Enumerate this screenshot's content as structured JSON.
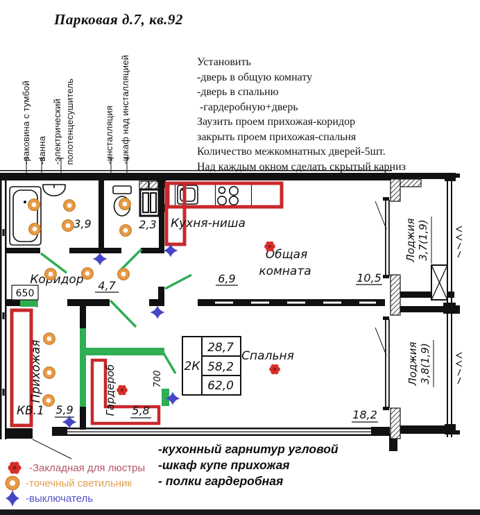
{
  "title": "Парковая д.7, кв.92",
  "left_labels": {
    "sink": "-раковина с тумбой",
    "bath": "-ванна",
    "towel_line1": "-электрический",
    "towel_line2": "полотенцесушитель",
    "installation": "-инсталляция",
    "cabinet": "-шкаф над инсталляцией"
  },
  "install_notes": {
    "lines": [
      "Установить",
      "-дверь в общую комнату",
      "-дверь в спальню",
      " -гардеробную+дверь",
      "Заузить проем прихожая-коридор",
      "закрыть проем прихожая-спальня",
      "Количество межкомнатных дверей-5шт.",
      "Над каждым окном сделать скрытый карниз"
    ]
  },
  "plan": {
    "apartment": "КВ.1",
    "rooms": {
      "bathroom_area": "3,9",
      "wc_area": "2,3",
      "kitchen": "Кухня-ниша",
      "living_line1": "Общая",
      "living_line2": "комната",
      "living_area": "6,9",
      "living_area2": "10,5",
      "corridor": "Коридор",
      "corridor_area": "4,7",
      "hall": "Прихожая",
      "hall_area": "5,9",
      "wardrobe": "Гардероб",
      "wardrobe_area": "5,8",
      "bedroom": "Спальня",
      "bedroom_area": "18,2",
      "loggia_top_name": "Лоджия",
      "loggia_top_area": "3,7(1,9)",
      "loggia_bottom_name": "Лоджия",
      "loggia_bottom_area": "3,8(1,9)"
    },
    "dims": {
      "d650": "650",
      "d700": "700"
    },
    "info_table": {
      "type": "2К",
      "rows": [
        "28,7",
        "58,2",
        "62,0"
      ]
    }
  },
  "legend": {
    "items": [
      {
        "icon": "chandelier-mount-icon",
        "label": "-Закладная для люстры",
        "color": "#b4556c"
      },
      {
        "icon": "spot-light-icon",
        "label": "-точечный светильник",
        "color": "#dfa050"
      },
      {
        "icon": "switch-icon",
        "label": "-выключатель",
        "color": "#5053c5"
      }
    ]
  },
  "notes": {
    "lines": [
      "-кухонный гарнитур угловой",
      "-шкаф купе прихожая",
      "- полки гардеробная"
    ]
  },
  "colors": {
    "furniture_red": "#c8282c",
    "new_wall_green": "#2fae53",
    "light_orange": "#e89a47",
    "switch_blue": "#4446c4",
    "chandelier_red": "#d43028",
    "wall_black": "#111111"
  }
}
